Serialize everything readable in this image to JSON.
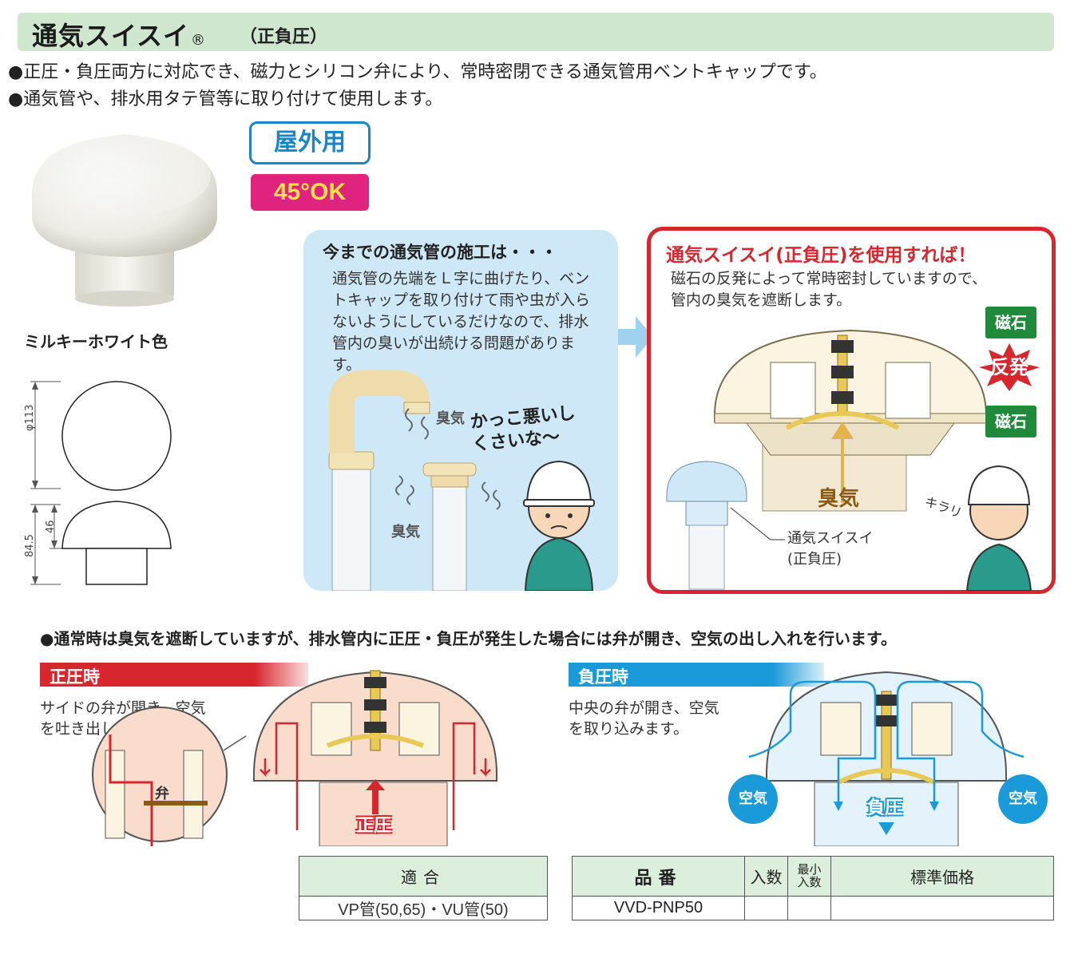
{
  "header": {
    "title": "通気スイスイ",
    "registered": "®",
    "subtitle": "（正負圧）",
    "bullets": [
      "●正圧・負圧両方に対応でき、磁力とシリコン弁により、常時密閉できる通気管用ベントキャップです。",
      "●通気管や、排水用タテ管等に取り付けて使用します。"
    ]
  },
  "badges": {
    "outdoor": "屋外用",
    "angle": "45°OK"
  },
  "product": {
    "color_label": "ミルキーホワイト色",
    "dim_diameter": "φ113",
    "dim_height": "84.5",
    "dim_cap": "46"
  },
  "conventional": {
    "title": "今までの通気管の施工は・・・",
    "body": "通気管の先端をＬ字に曲げたり、ベントキャップを取り付けて雨や虫が入らないようにしているだけなので、排水管内の臭いが出続ける問題があります。",
    "smell_1": "臭気",
    "smell_2": "臭気",
    "speech_line1": "かっこ悪いし",
    "speech_line2": "くさいな〜"
  },
  "new_method": {
    "title": "通気スイスイ(正負圧)を使用すれば！",
    "body_line1": "磁石の反発によって常時密封していますので、",
    "body_line2": "管内の臭気を遮断します。",
    "magnet_top": "磁石",
    "repulsion": "反発",
    "magnet_bottom": "磁石",
    "odor": "臭気",
    "sparkle": "キラリ",
    "caption_line1": "通気スイスイ",
    "caption_line2": "(正負圧)"
  },
  "operation": {
    "notice": "●通常時は臭気を遮断していますが、排水管内に正圧・負圧が発生した場合には弁が開き、空気の出し入れを行います。",
    "positive": {
      "tag": "正圧時",
      "desc_line1": "サイドの弁が開き、空気",
      "desc_line2": "を吐き出します。",
      "valve_label": "弁",
      "pressure_label": "正圧"
    },
    "negative": {
      "tag": "負圧時",
      "desc_line1": "中央の弁が開き、空気",
      "desc_line2": "を取り込みます。",
      "air_left": "空気",
      "air_right": "空気",
      "pressure_label": "負圧"
    }
  },
  "table_fit": {
    "header": "適合",
    "value": "VP管(50,65)・VU管(50)"
  },
  "table_spec": {
    "headers": {
      "part_no": "品番",
      "qty": "入数",
      "min_qty_1": "最小",
      "min_qty_2": "入数",
      "price": "標準価格"
    },
    "row": {
      "part_no": "VVD-PNP50",
      "qty": "",
      "min_qty": "",
      "price": ""
    }
  },
  "colors": {
    "title_bar": "#cfe7cf",
    "positive_red": "#d7262e",
    "negative_blue": "#1a9ad9",
    "magnet_green": "#1e8a3a",
    "badge_pink": "#e0237f"
  }
}
